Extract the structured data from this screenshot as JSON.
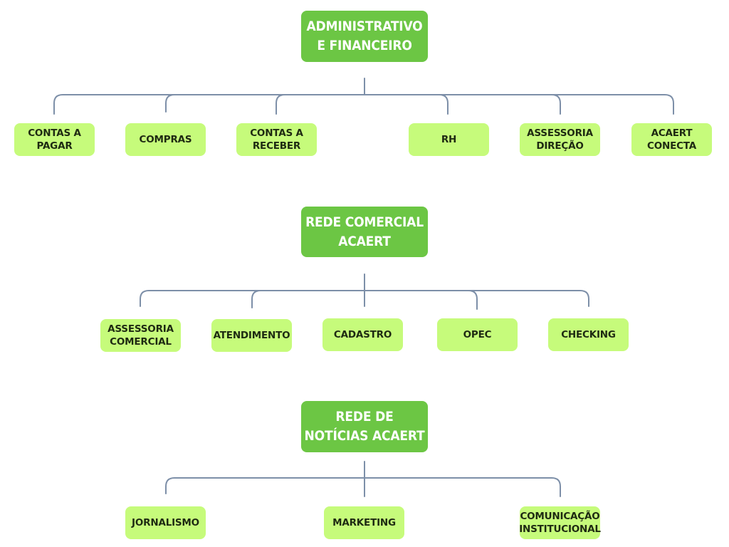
{
  "colors": {
    "head_fill": "#6cc644",
    "head_text": "#ffffff",
    "child_fill": "#c6fb7b",
    "child_text": "#1e2a12",
    "connector": "#7d8fa8"
  },
  "groups": [
    {
      "head": "ADMINISTRATIVO\nE FINANCEIRO",
      "children": [
        "CONTAS A\nPAGAR",
        "COMPRAS",
        "CONTAS A\nRECEBER",
        "RH",
        "ASSESSORIA\nDIREÇÃO",
        "ACAERT\nCONECTA"
      ]
    },
    {
      "head": "REDE COMERCIAL\nACAERT",
      "children": [
        "ASSESSORIA\nCOMERCIAL",
        "ATENDIMENTO",
        "CADASTRO",
        "OPEC",
        "CHECKING"
      ]
    },
    {
      "head": "REDE DE\nNOTÍCIAS ACAERT",
      "children": [
        "JORNALISMO",
        "MARKETING",
        "COMUNICAÇÃO\nINSTITUCIONAL"
      ]
    }
  ]
}
